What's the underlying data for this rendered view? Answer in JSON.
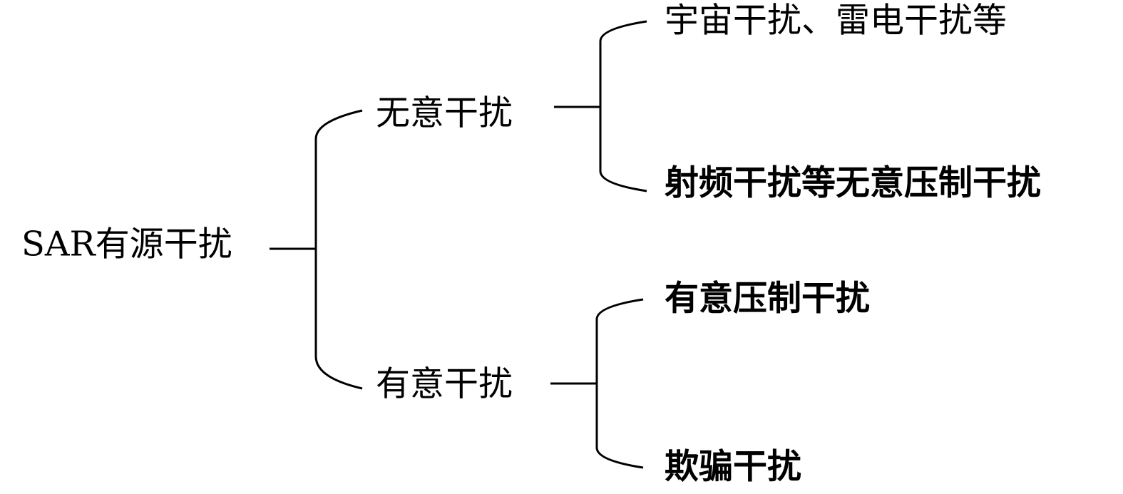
{
  "tree": {
    "root": {
      "label": "SAR有源干扰"
    },
    "unintentional": {
      "label": "无意干扰",
      "children": [
        {
          "label": "宇宙干扰、雷电干扰等"
        },
        {
          "label": "射频干扰等无意压制干扰"
        }
      ]
    },
    "intentional": {
      "label": "有意干扰",
      "children": [
        {
          "label": "有意压制干扰"
        },
        {
          "label": "欺骗干扰"
        }
      ]
    }
  }
}
